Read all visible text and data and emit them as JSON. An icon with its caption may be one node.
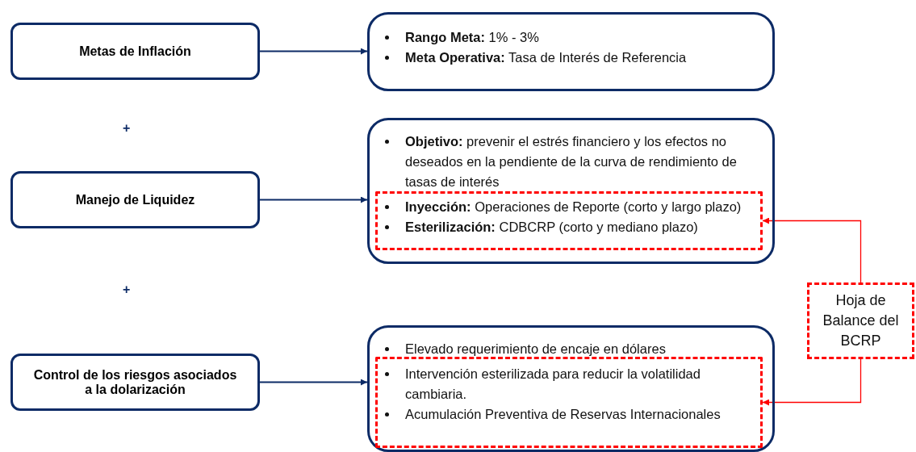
{
  "diagram": {
    "nodes": [
      {
        "text": [
          "Metas de Inflación"
        ]
      },
      {
        "text": [
          "**Rango Meta:** 1% - 3%",
          "**Meta Operativa:** Tasa de Interés de Referencia"
        ]
      },
      {
        "text": [
          "Manejo de Liquidez"
        ]
      },
      {
        "text": [
          "**Objetivo:** prevenir el estrés financiero y los efectos no deseados en la pendiente de la curva de rendimiento de tasas de interés"
        ]
      },
      {
        "text": [
          "**Inyección:** Operaciones de Reporte (corto y largo plazo)",
          "**Esterilización:** CDBCRP (corto y mediano plazo)"
        ],
        "in": 3
      },
      {
        "text": [
          "Control de los riesgos asociados a la dolarización"
        ]
      },
      {
        "text": [
          "Elevado requerimiento de encaje en dólares"
        ]
      },
      {
        "text": [
          "Intervención esterilizada para reducir la volatilidad cambiaria.",
          "Acumulación Preventiva de Reservas Internacionales"
        ],
        "in": 6
      },
      {
        "text": [
          "Hoja de Balance del BCRP"
        ]
      }
    ],
    "edges": [
      {
        "from": 0,
        "to": 1,
        "arrow": "to"
      },
      {
        "from": 2,
        "to": 3,
        "arrow": "to"
      },
      {
        "from": 5,
        "to": 6,
        "arrow": "to"
      },
      {
        "from": 8,
        "to": 4,
        "arrow": "to",
        "color": "#ff0000"
      },
      {
        "from": 8,
        "to": 7,
        "arrow": "to",
        "color": "#ff0000"
      }
    ],
    "labels": [
      "+",
      "+"
    ]
  }
}
